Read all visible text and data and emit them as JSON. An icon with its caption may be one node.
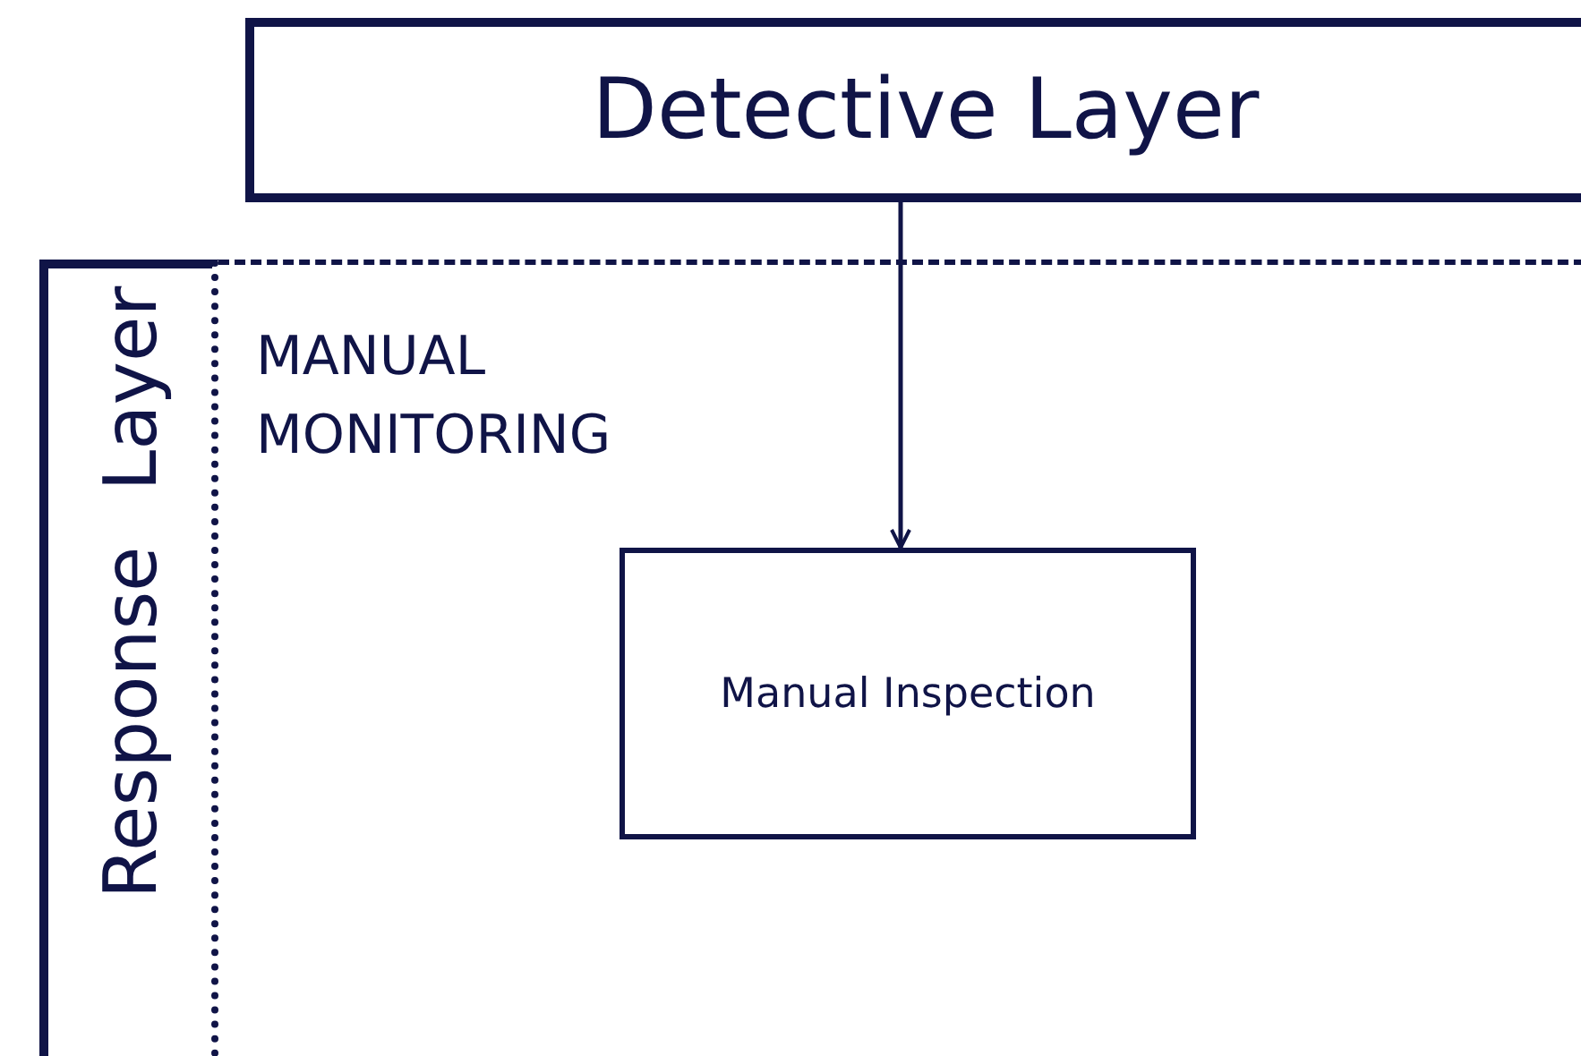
{
  "diagram": {
    "nodes": [
      {
        "text": [
          "Detective Layer"
        ]
      },
      {
        "text": [
          "Response Layer"
        ]
      },
      {
        "text": [
          "MANUAL MONITORING"
        ]
      },
      {
        "text": [
          "Manual Inspection"
        ],
        "in": 2
      }
    ],
    "edges": [
      {
        "from": 0,
        "to": 3,
        "arrow": "to"
      }
    ]
  }
}
